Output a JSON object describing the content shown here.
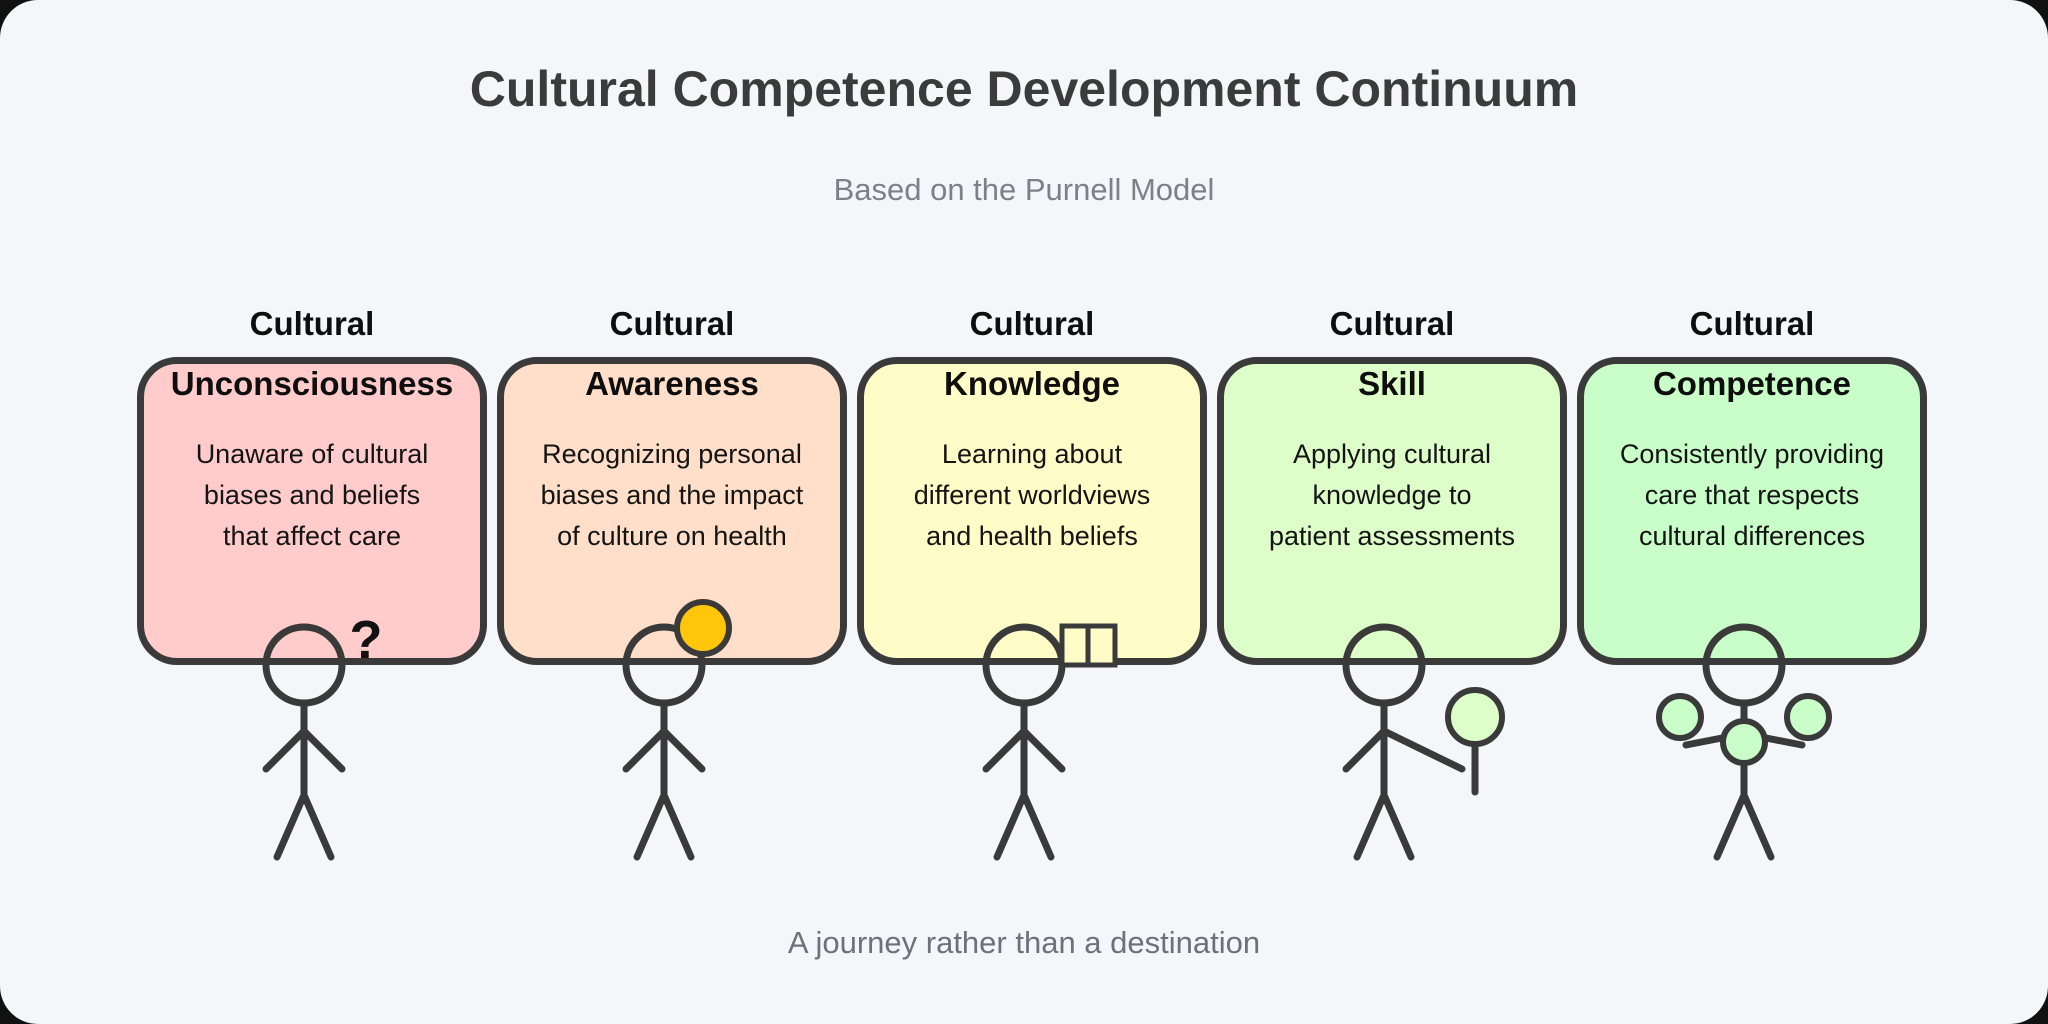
{
  "header": {
    "title": "Cultural Competence Development Continuum",
    "subtitle": "Based on the Purnell Model"
  },
  "footer": {
    "caption": "A journey rather than a destination"
  },
  "colors": {
    "background": "#F4F6F9",
    "outline": "#3A3A3A",
    "idea_yellow": "#FFC60B"
  },
  "icons": {
    "question_mark": "?"
  },
  "stages": [
    {
      "label_line1": "Cultural",
      "label_line2": "Unconsciousness",
      "fill": "#FFCBCB",
      "icon": "person-with-question-mark",
      "description_lines": [
        "Unaware of cultural",
        "biases and beliefs",
        "that affect care"
      ]
    },
    {
      "label_line1": "Cultural",
      "label_line2": "Awareness",
      "fill": "#FFDFC9",
      "icon": "person-with-idea",
      "description_lines": [
        "Recognizing personal",
        "biases and the impact",
        "of culture on health"
      ]
    },
    {
      "label_line1": "Cultural",
      "label_line2": "Knowledge",
      "fill": "#FFFCC8",
      "icon": "person-with-open-book",
      "description_lines": [
        "Learning about",
        "different worldviews",
        "and health beliefs"
      ]
    },
    {
      "label_line1": "Cultural",
      "label_line2": "Skill",
      "fill": "#DDFEC9",
      "icon": "person-assessing-patient",
      "description_lines": [
        "Applying cultural",
        "knowledge to",
        "patient assessments"
      ]
    },
    {
      "label_line1": "Cultural",
      "label_line2": "Competence",
      "fill": "#C9FEC9",
      "icon": "person-with-community",
      "description_lines": [
        "Consistently providing",
        "care that respects",
        "cultural differences"
      ]
    }
  ]
}
